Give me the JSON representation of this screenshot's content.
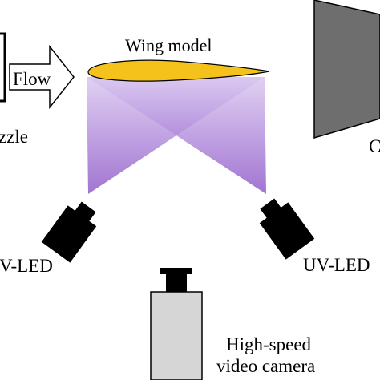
{
  "labels": {
    "flow": "Flow",
    "wing_model": "Wing model",
    "nozzle_partial": "zzle",
    "uv_led_left_partial": "V-LED",
    "uv_led_right": "UV-LED",
    "camera_line1": "High-speed",
    "camera_line2": "video camera",
    "screen_partial": "C"
  },
  "colors": {
    "wing_fill": "#f5c21b",
    "light_beam_top": "#d9c6f0",
    "light_beam_bottom": "#8a52c6",
    "device_black": "#000000",
    "camera_body": "#d6d6d6",
    "screen_gray": "#6e6e6e"
  }
}
